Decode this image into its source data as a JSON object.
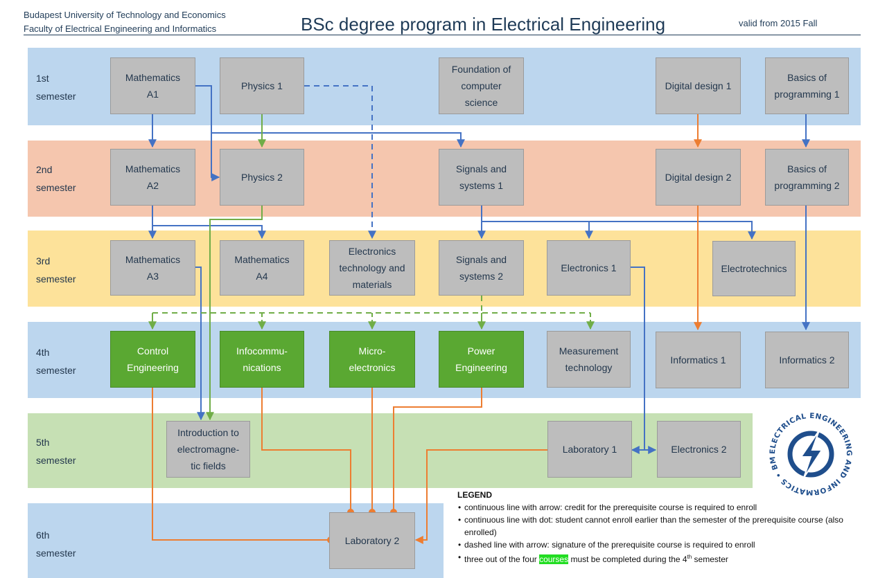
{
  "header": {
    "university_line1": "Budapest University of Technology and Economics",
    "university_line2": "Faculty of Electrical Engineering and Informatics",
    "title": "BSc degree program in Electrical Engineering",
    "valid_from": "valid from 2015 Fall"
  },
  "colors": {
    "band_blue": "#bcd6ee",
    "band_salmon": "#f5c6ae",
    "band_yellow": "#fde29a",
    "band_green": "#c6e0b4",
    "box_grey": "#bdbdbd",
    "box_green": "#5aa832",
    "arrow_blue": "#4472c4",
    "arrow_orange": "#ed7d31",
    "arrow_green": "#70ad47"
  },
  "semesters": [
    {
      "label": "1st\nsemester"
    },
    {
      "label": "2nd\nsemester"
    },
    {
      "label": "3rd\nsemester"
    },
    {
      "label": "4th\nsemester"
    },
    {
      "label": "5th\nsemester"
    },
    {
      "label": "6th\nsemester"
    }
  ],
  "courses": {
    "math_a1": "Mathematics\nA1",
    "physics1": "Physics 1",
    "foundation": "Foundation of\ncomputer\nscience",
    "digital1": "Digital design 1",
    "prog1": "Basics of\nprogramming 1",
    "math_a2": "Mathematics\nA2",
    "physics2": "Physics 2",
    "signals1": "Signals and\nsystems 1",
    "digital2": "Digital design 2",
    "prog2": "Basics of\nprogramming 2",
    "math_a3": "Mathematics\nA3",
    "math_a4": "Mathematics\nA4",
    "elec_tech": "Electronics\ntechnology and\nmaterials",
    "signals2": "Signals and\nsystems 2",
    "electronics1": "Electronics 1",
    "electrotechnics": "Electrotechnics",
    "control": "Control\nEngineering",
    "infocom": "Infocommu-\nnications",
    "microelec": "Micro-\nelectronics",
    "power": "Power\nEngineering",
    "measurement": "Measurement\ntechnology",
    "informatics1": "Informatics 1",
    "informatics2": "Informatics 2",
    "emfields": "Introduction to\nelectromagne-\ntic fields",
    "lab1": "Laboratory 1",
    "electronics2": "Electronics 2",
    "lab2": "Laboratory 2"
  },
  "logo": {
    "ring_text": "ELECTRICAL ENGINEERING AND INFORMATICS • BME FACULTY OF",
    "icon": "lightning-bolt-icon"
  },
  "legend": {
    "title": "LEGEND",
    "item1": "continuous line with arrow: credit for the prerequisite course is required to enroll",
    "item2": "continuous line with dot: student cannot enroll earlier than the semester of the prerequisite course (also enrolled)",
    "item3": "dashed line with arrow: signature of the prerequisite course is required to enroll",
    "item4_pre": "three out of the four ",
    "item4_highlight": "courses",
    "item4_post": " must be completed during the 4",
    "item4_sup": "th",
    "item4_end": " semester"
  }
}
